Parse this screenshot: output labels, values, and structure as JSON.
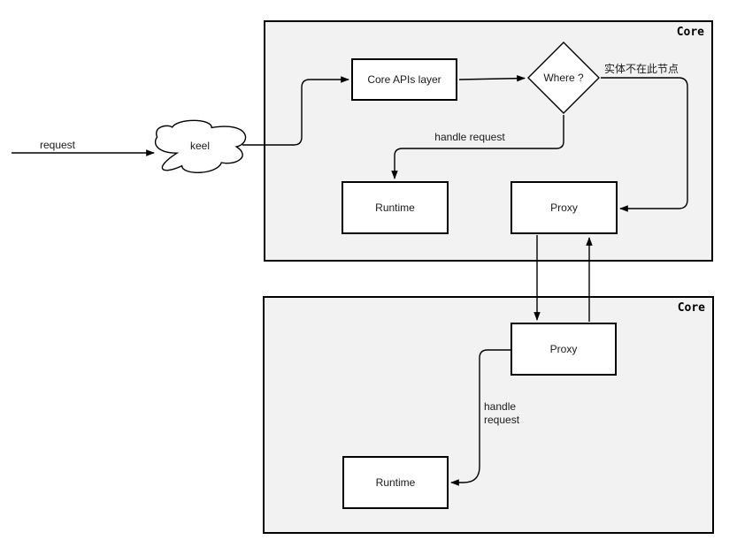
{
  "diagram": {
    "containers": {
      "top": {
        "label": "Core"
      },
      "bottom": {
        "label": "Core"
      }
    },
    "cloud": {
      "label": "keel"
    },
    "nodes": {
      "core_apis": {
        "label": "Core APIs layer"
      },
      "where": {
        "label": "Where ?"
      },
      "runtime_top": {
        "label": "Runtime"
      },
      "proxy_top": {
        "label": "Proxy"
      },
      "proxy_bottom": {
        "label": "Proxy"
      },
      "runtime_bottom": {
        "label": "Runtime"
      }
    },
    "edge_labels": {
      "request": "request",
      "entity_not_on_node": "实体不在此节点",
      "handle_request_top": "handle request",
      "handle_request_bottom": "handle\nrequest"
    },
    "colors": {
      "background": "#ffffff",
      "container_fill": "#f2f2f2",
      "node_fill": "#ffffff",
      "stroke": "#000000",
      "text": "#1a1a1a"
    }
  }
}
